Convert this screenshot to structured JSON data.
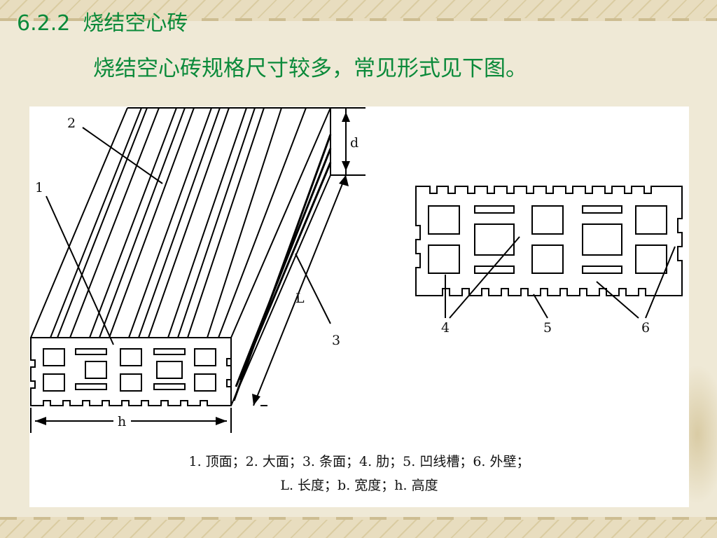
{
  "heading": {
    "number": "6.2.2",
    "title": "烧结空心砖"
  },
  "subtitle": "烧结空心砖规格尺寸较多，常见形式见下图。",
  "figure": {
    "labels": {
      "face_top": "1",
      "face_large": "2",
      "face_side": "3",
      "rib": "4",
      "groove": "5",
      "outer_wall": "6",
      "dim_length": "L",
      "dim_width": "d",
      "dim_height": "h"
    },
    "caption_line1": "1. 顶面；2. 大面；3. 条面；4. 肋；5. 凹线槽；6. 外壁；",
    "caption_line2": "L. 长度；b. 宽度；h. 高度"
  },
  "colors": {
    "heading": "#0b8a3a",
    "line": "#000000",
    "background": "#efe9d6"
  }
}
